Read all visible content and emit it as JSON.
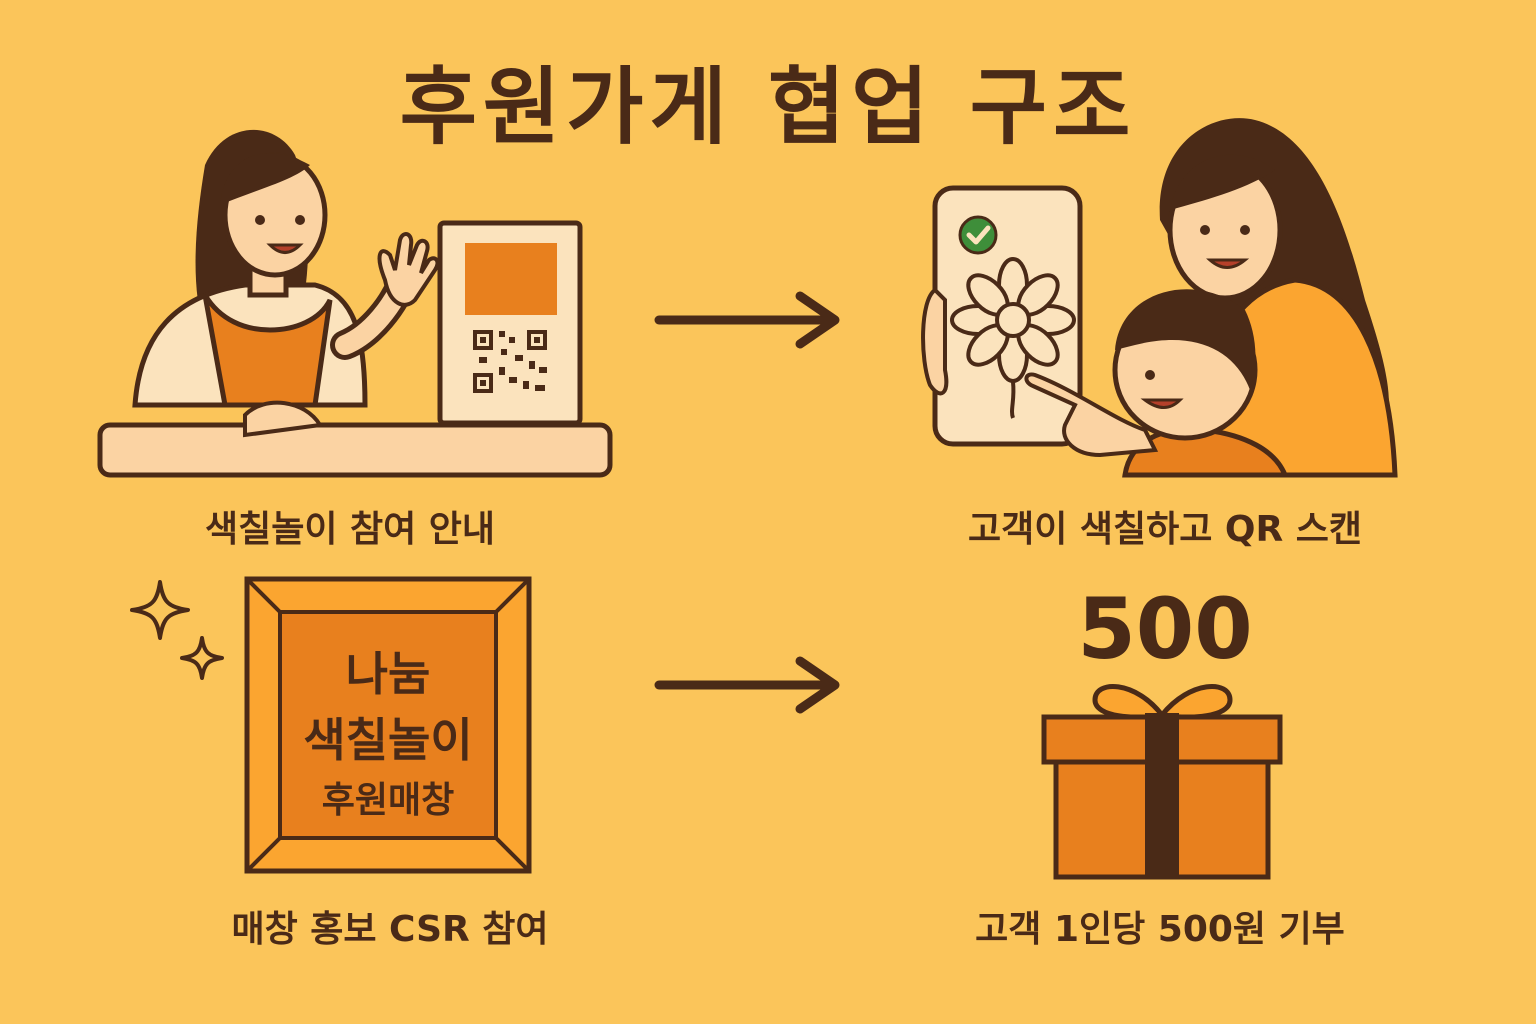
{
  "title": "후원가게 협업 구조",
  "steps": {
    "guide": {
      "caption": "색칠놀이 참여 안내"
    },
    "scan": {
      "caption": "고객이 색칠하고 QR 스캔"
    },
    "promo": {
      "caption": "매창 홍보 CSR 참여",
      "sign_line1": "나눔",
      "sign_line2": "색칠놀이",
      "sign_line3": "후원매창"
    },
    "donate": {
      "caption": "고객 1인당 500원 기부",
      "amount": "500"
    }
  },
  "colors": {
    "background": "#FBC55A",
    "outline": "#4A2A17",
    "orange": "#E8801E",
    "skin": "#FBD3A3",
    "paper": "#FBE3BD"
  }
}
